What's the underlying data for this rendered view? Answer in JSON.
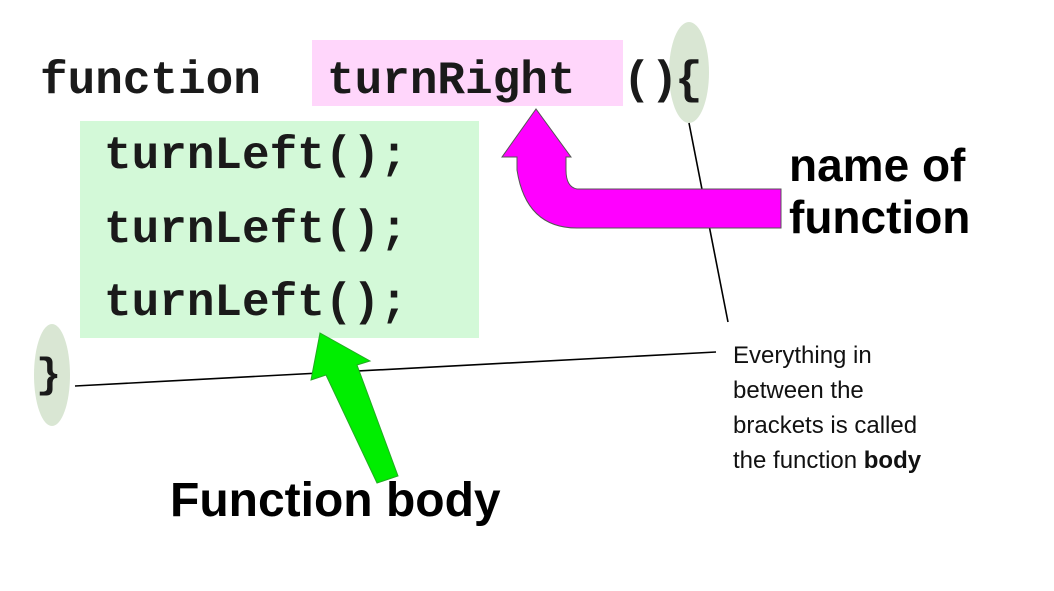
{
  "code": {
    "keyword": "function",
    "function_name": "turnRight",
    "parens": "()",
    "open_brace": "{",
    "body_lines": [
      "turnLeft();",
      "turnLeft();",
      "turnLeft();"
    ],
    "close_brace": "}"
  },
  "labels": {
    "name_line1": "name of",
    "name_line2": "function",
    "body_label": "Function body"
  },
  "note": {
    "lines": [
      "Everything in",
      "between the",
      "brackets is called"
    ],
    "last_prefix": "the function ",
    "last_bold": "body"
  },
  "colors": {
    "name_highlight": "#ffd6fb",
    "body_highlight": "#d3f9d8",
    "name_arrow": "#ff00ff",
    "body_arrow": "#00ee00",
    "brace_oval": "#d9e6d3"
  }
}
